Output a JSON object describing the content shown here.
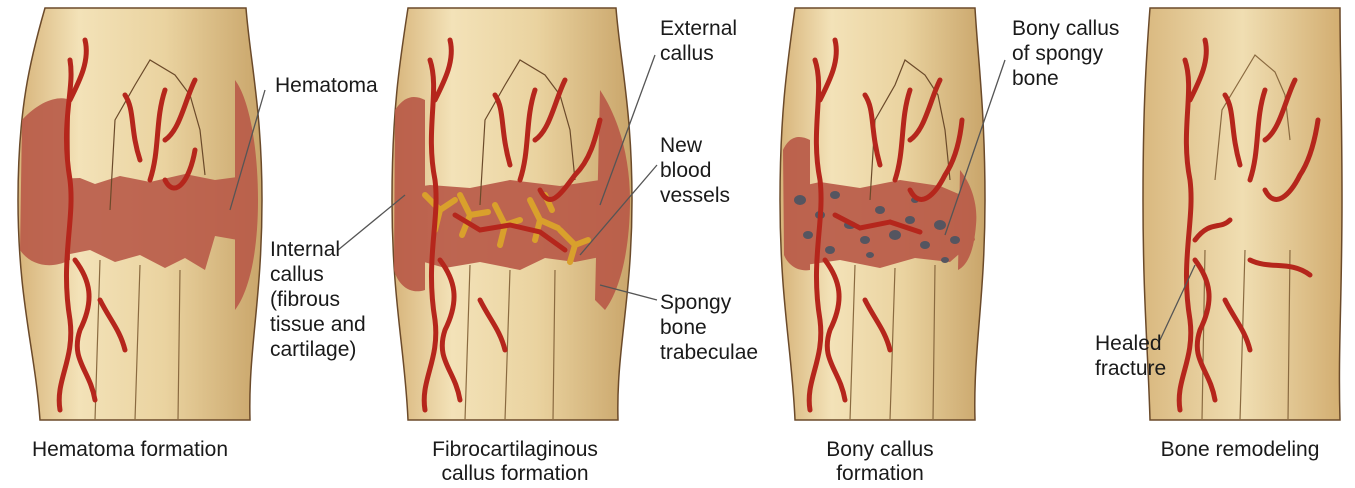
{
  "stages": [
    {
      "id": "hematoma",
      "caption": "Hematoma formation"
    },
    {
      "id": "fibro",
      "caption": "Fibrocartilaginous\ncallus formation"
    },
    {
      "id": "bony",
      "caption": "Bony callus\nformation"
    },
    {
      "id": "remodel",
      "caption": "Bone remodeling"
    }
  ],
  "labels": {
    "hematoma": "Hematoma",
    "internal_callus": "Internal\ncallus\n(fibrous\ntissue and\ncartilage)",
    "external_callus": "External\ncallus",
    "new_blood_vessels": "New\nblood\nvessels",
    "spongy_bone_trabeculae": "Spongy\nbone\ntrabeculae",
    "bony_callus": "Bony callus\nof spongy\nbone",
    "healed_fracture": "Healed\nfracture"
  },
  "colors": {
    "bone": "#e8cf9c",
    "bone_dark": "#c9a56a",
    "bone_outline": "#6b4a2a",
    "hematoma": "#b85a48",
    "vessel": "#b5261c",
    "cartilage": "#d9a02c",
    "spongy_bone": "#555560"
  }
}
